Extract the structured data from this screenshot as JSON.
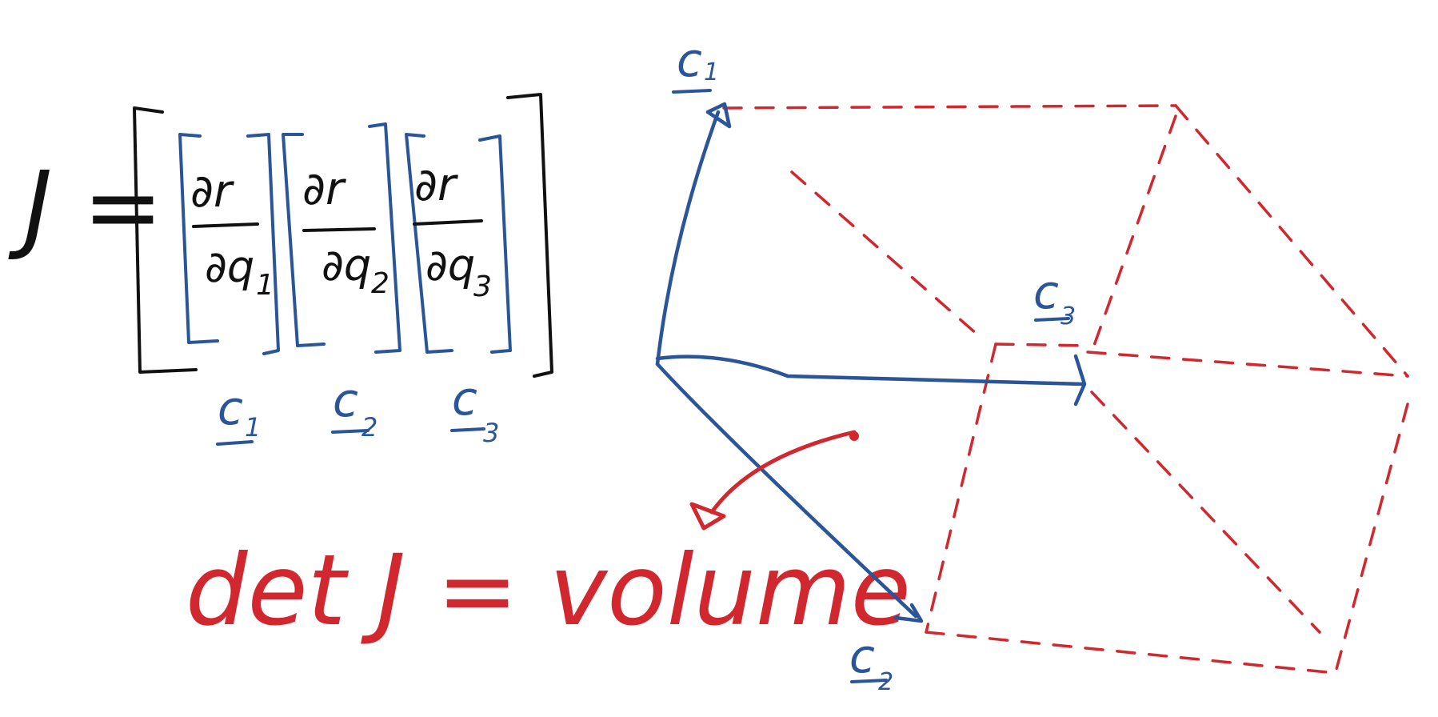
{
  "colors": {
    "black_ink": "#111111",
    "blue_ink": "#2a5598",
    "red_ink": "#d0282e",
    "background": "#ffffff"
  },
  "jacobian": {
    "lhs": "J =",
    "columns": [
      {
        "numerator": "∂r",
        "denominator": "∂q",
        "subscript": "1",
        "label": "c",
        "label_sub": "1"
      },
      {
        "numerator": "∂r",
        "denominator": "∂q",
        "subscript": "2",
        "label": "c",
        "label_sub": "2"
      },
      {
        "numerator": "∂r",
        "denominator": "∂q",
        "subscript": "3",
        "label": "c",
        "label_sub": "3"
      }
    ]
  },
  "determinant_note": "det J = volume",
  "vectors": {
    "top": {
      "label": "c",
      "sub": "1"
    },
    "right": {
      "label": "c",
      "sub": "3"
    },
    "bottom": {
      "label": "c",
      "sub": "2"
    }
  }
}
